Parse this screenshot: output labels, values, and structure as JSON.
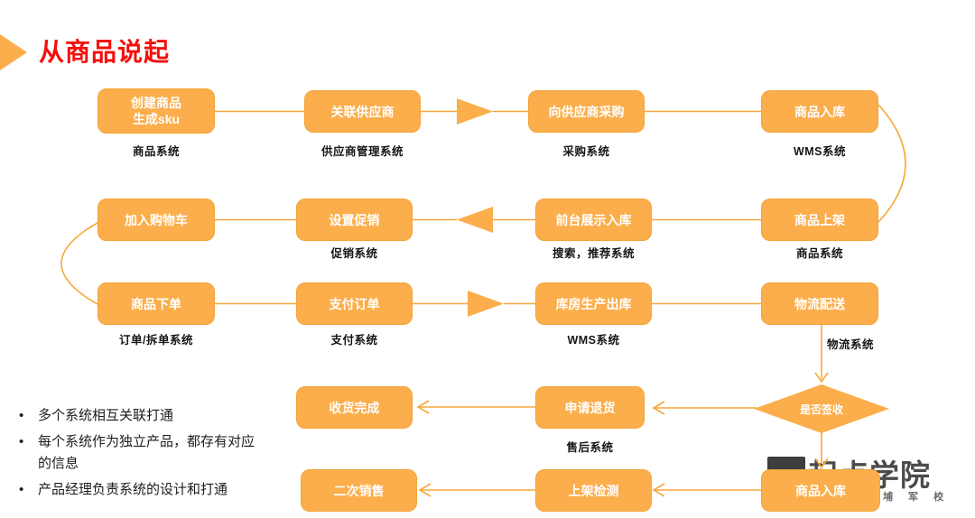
{
  "title": "从商品说起",
  "colors": {
    "node_fill": "#FBAE4B",
    "node_border": "#F4A338",
    "connector": "#F6A83B",
    "title_red": "#F40F0C",
    "logo_dark": "#3E3E3E"
  },
  "nodes": {
    "create_sku": {
      "line1": "创建商品",
      "line2": "生成sku",
      "system": "商品系统"
    },
    "link_supplier": {
      "label": "关联供应商",
      "system": "供应商管理系统"
    },
    "purchase_from_supplier": {
      "label": "向供应商采购",
      "system": "采购系统"
    },
    "goods_inbound_1": {
      "label": "商品入库",
      "system": "WMS系统"
    },
    "add_to_cart": {
      "label": "加入购物车"
    },
    "set_promotion": {
      "label": "设置促销",
      "system": "促销系统"
    },
    "front_display": {
      "label": "前台展示入库",
      "system": "搜索，推荐系统"
    },
    "goods_on_shelf": {
      "label": "商品上架",
      "system": "商品系统"
    },
    "place_order": {
      "label": "商品下单",
      "system": "订单/拆单系统"
    },
    "pay_order": {
      "label": "支付订单",
      "system": "支付系统"
    },
    "warehouse_outbound": {
      "label": "库房生产出库",
      "system": "WMS系统"
    },
    "logistics_delivery": {
      "label": "物流配送",
      "system": "物流系统"
    },
    "receipt_complete": {
      "label": "收货完成"
    },
    "request_return": {
      "label": "申请退货",
      "system": "售后系统"
    },
    "sign_decision": {
      "label": "是否签收"
    },
    "second_sale": {
      "label": "二次销售"
    },
    "shelf_inspection": {
      "label": "上架检测"
    },
    "goods_inbound_2": {
      "label": "商品入库"
    }
  },
  "notes": {
    "items": [
      "多个系统相互关联打通",
      "每个系统作为独立产品，都存有对应的信息",
      "产品经理负责系统的设计和打通"
    ]
  },
  "logo": {
    "name": "起点学院",
    "tagline": "埔 军 校"
  }
}
